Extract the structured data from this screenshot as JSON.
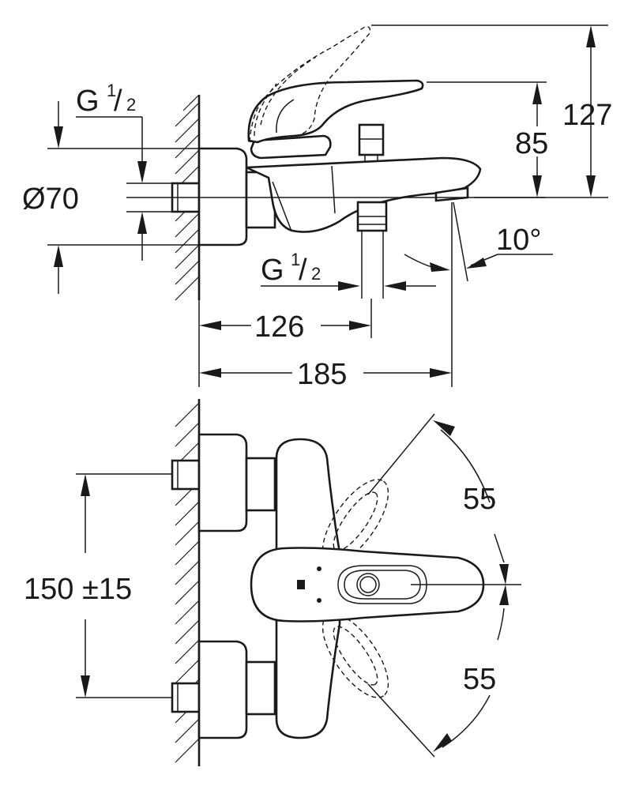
{
  "side_view": {
    "thread_top": {
      "g": "G",
      "num": "1",
      "den": "2"
    },
    "thread_bottom": {
      "g": "G",
      "num": "1",
      "den": "2"
    },
    "diameter": "Ø70",
    "height_127": "127",
    "height_85": "85",
    "angle": "10°",
    "width_126": "126",
    "width_185": "185"
  },
  "front_view": {
    "spacing": "150 ±15",
    "angle_upper": "55",
    "angle_lower": "55"
  }
}
